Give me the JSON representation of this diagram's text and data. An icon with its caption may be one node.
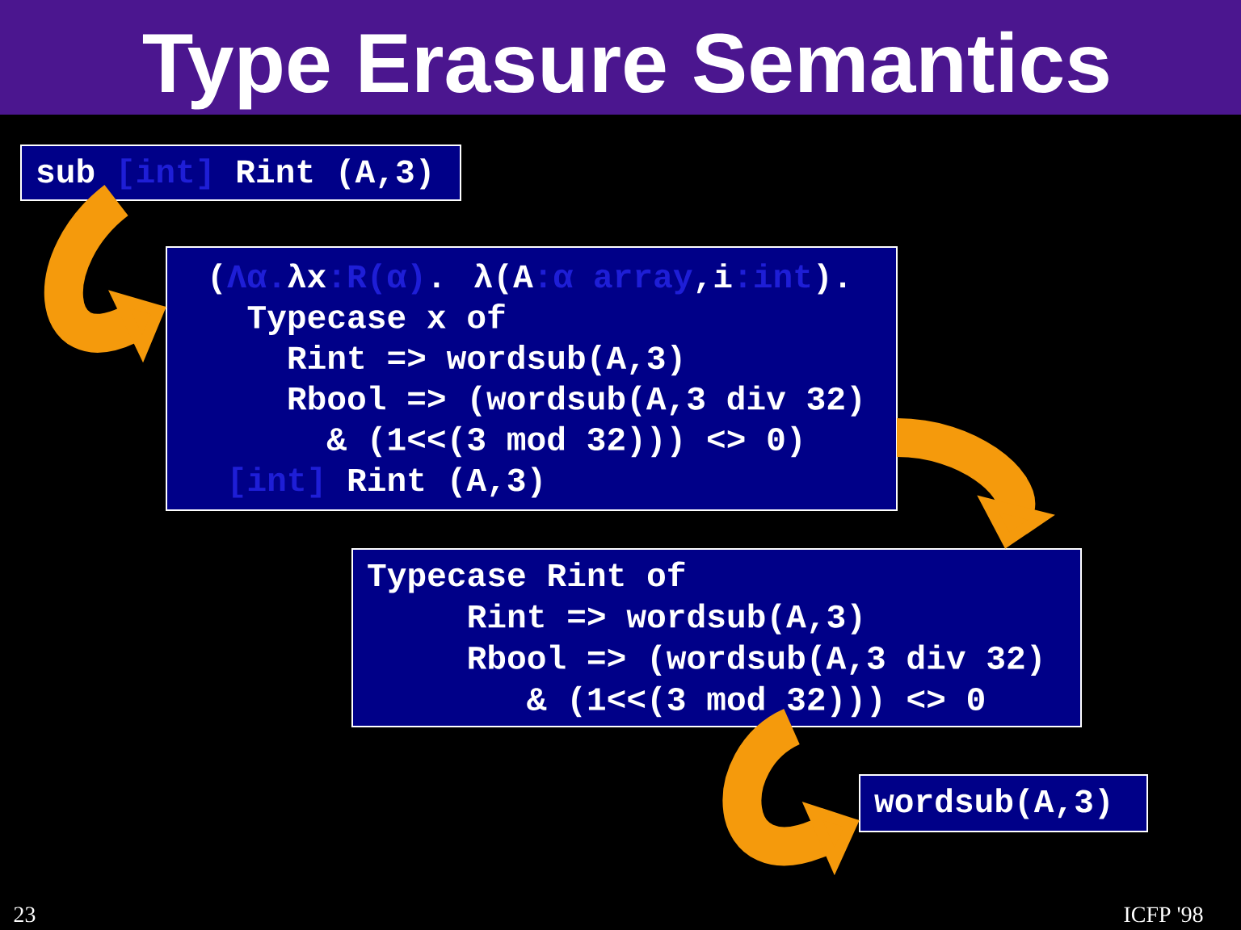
{
  "diagram": {
    "title": "Type Erasure Semantics",
    "nodes": [
      {
        "text": [
          "sub",
          "[int]",
          "Rint (A,3)"
        ]
      },
      {
        "text": [
          "(",
          "Λα.",
          "λx",
          ":R(α)",
          ". λ(A",
          ":α array",
          ",i",
          ":int",
          ").",
          "Typecase x of",
          "Rint => wordsub(A,3)",
          "Rbool => (wordsub(A,3 div 32)",
          "& (1<<(3 mod 32))) <> 0)",
          "[int]",
          "Rint (A,3)"
        ]
      },
      {
        "text": [
          "Typecase Rint of",
          "Rint => wordsub(A,3)",
          "Rbool => (wordsub(A,3 div 32)",
          "& (1<<(3 mod 32))) <> 0"
        ]
      },
      {
        "text": [
          "wordsub(A,3)"
        ]
      }
    ],
    "edges": [
      {
        "from": 0,
        "to": 1,
        "arrow": "to"
      },
      {
        "from": 1,
        "to": 2,
        "arrow": "to"
      },
      {
        "from": 2,
        "to": 3,
        "arrow": "to"
      }
    ],
    "labels": [
      "23",
      "ICFP '98"
    ]
  }
}
